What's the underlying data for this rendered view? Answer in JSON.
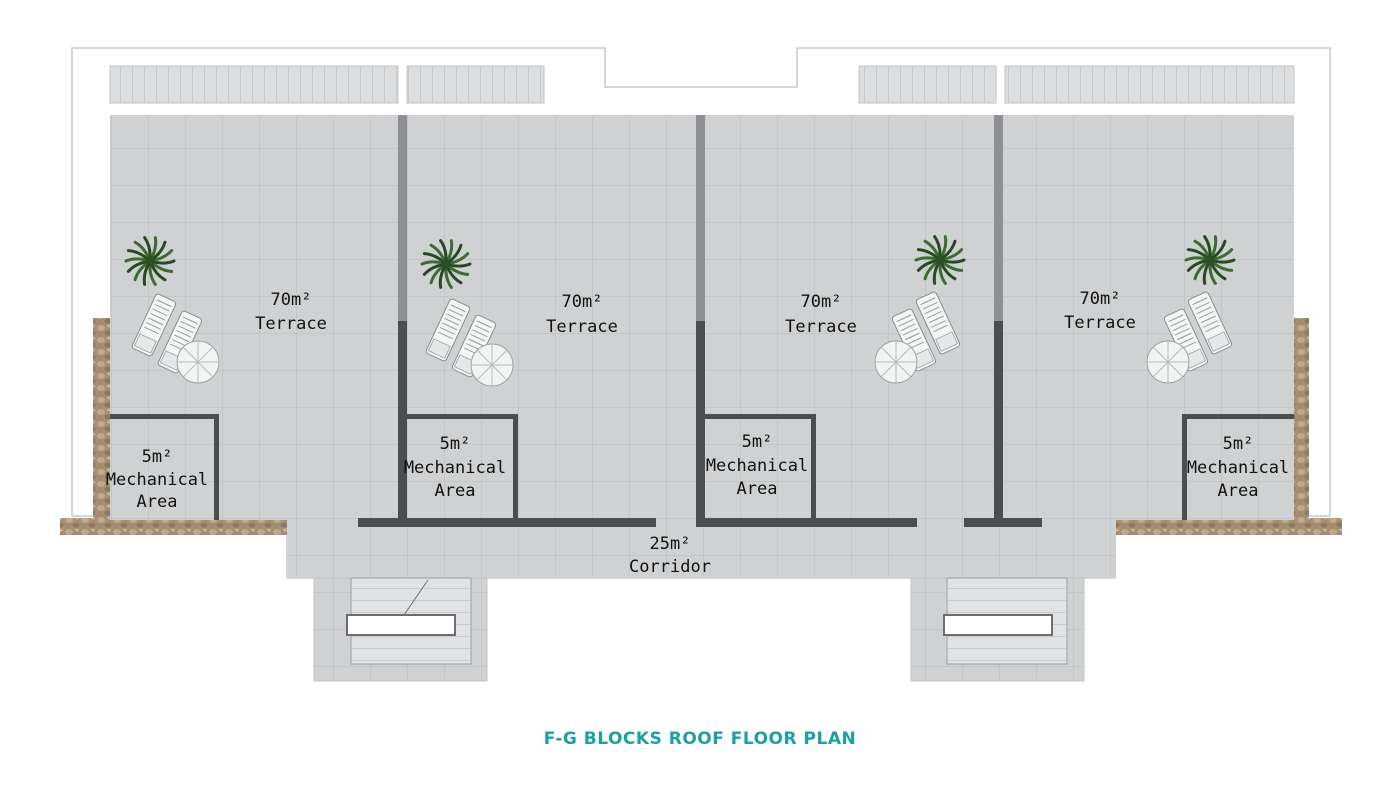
{
  "title": "F-G BLOCKS ROOF FLOOR PLAN",
  "colors": {
    "title": "#1aa0a5",
    "floor": "#cdcfd0",
    "wall": "#4b4d50",
    "stone": "#a08a70"
  },
  "terraces": [
    {
      "area": "70m²",
      "name": "Terrace"
    },
    {
      "area": "70m²",
      "name": "Terrace"
    },
    {
      "area": "70m²",
      "name": "Terrace"
    },
    {
      "area": "70m²",
      "name": "Terrace"
    }
  ],
  "mechanical": [
    {
      "area": "5m²",
      "line1": "Mechanical",
      "line2": "Area"
    },
    {
      "area": "5m²",
      "line1": "Mechanical",
      "line2": "Area"
    },
    {
      "area": "5m²",
      "line1": "Mechanical",
      "line2": "Area"
    },
    {
      "area": "5m²",
      "line1": "Mechanical",
      "line2": "Area"
    }
  ],
  "corridor": {
    "area": "25m²",
    "name": "Corridor"
  },
  "icons": [
    "palm-plant-icon",
    "sun-lounger-icon",
    "parasol-icon",
    "staircase-icon"
  ]
}
